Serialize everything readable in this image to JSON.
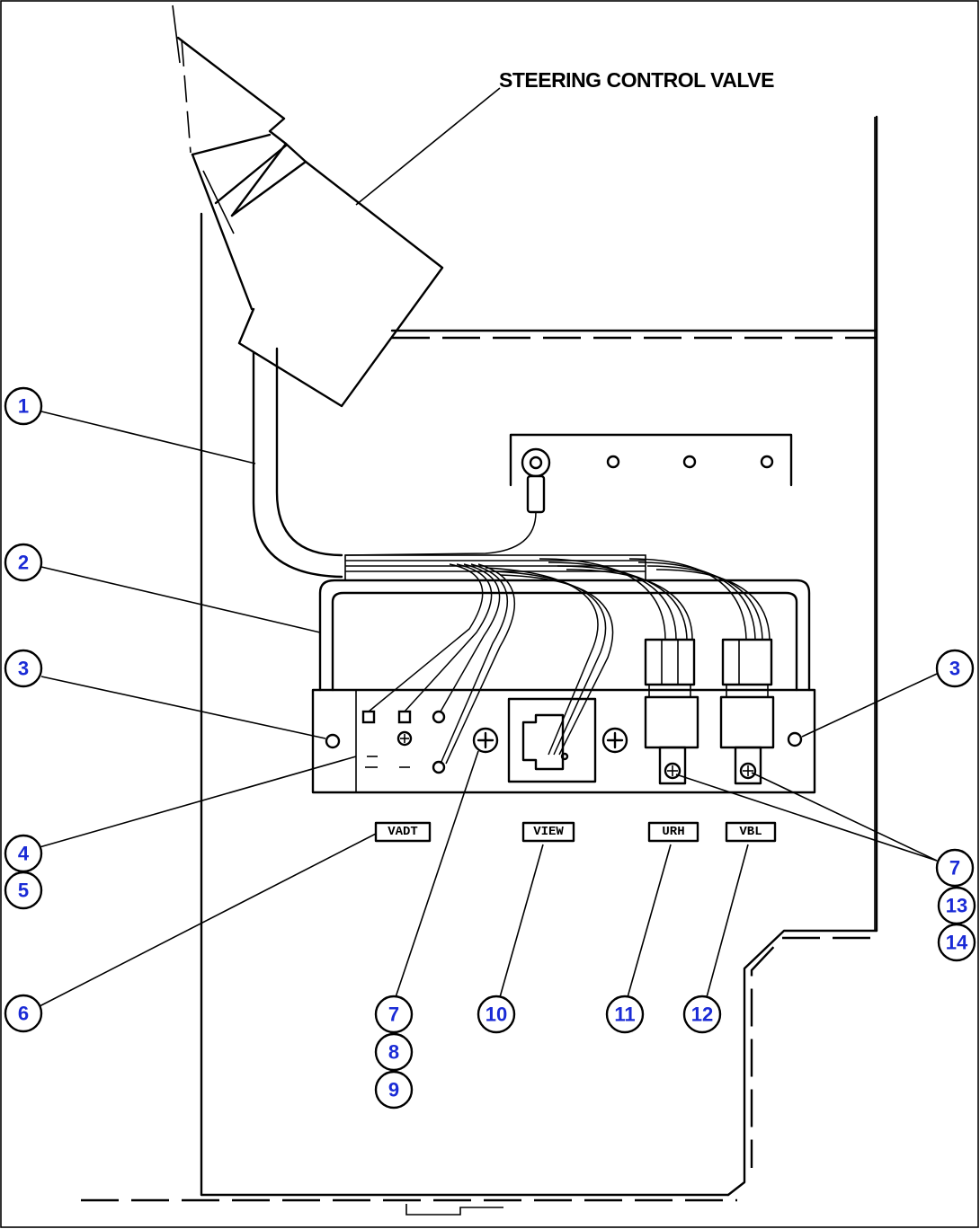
{
  "callout_title": "STEERING CONTROL VALVE",
  "callouts": [
    "1",
    "2",
    "3",
    "3",
    "4",
    "5",
    "6",
    "7",
    "8",
    "9",
    "10",
    "11",
    "12",
    "7",
    "13",
    "14"
  ],
  "tags": [
    "VADT",
    "VIEW",
    "URH",
    "VBL"
  ]
}
